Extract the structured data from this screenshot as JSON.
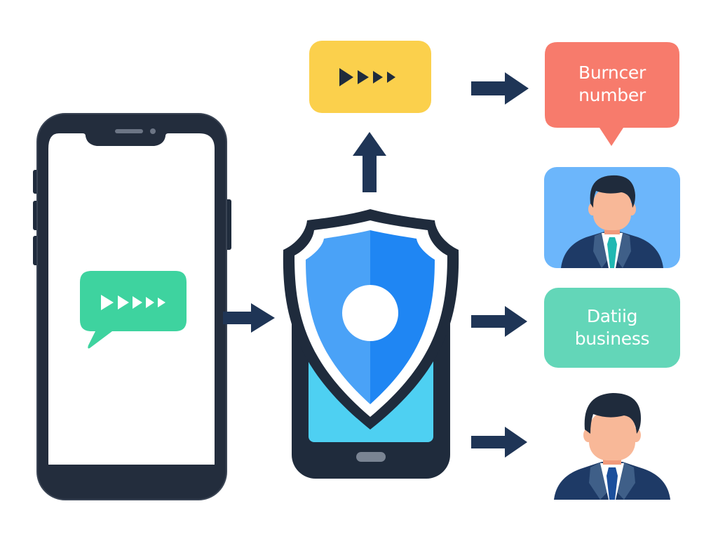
{
  "diagram": {
    "title": "",
    "colors": {
      "navy": "#1f2b3c",
      "arrow": "#1f3556",
      "green_bubble": "#3ed39f",
      "yellow_box": "#fbd04c",
      "coral_bubble": "#f77b6c",
      "blue_avatar_bg": "#6cb6fb",
      "teal_box": "#63d6b8",
      "shield_light": "#4aa2f7",
      "shield_dark": "#1f86f3",
      "screen_cyan": "#4ed0f2"
    },
    "left_phone": {
      "icon": "smartphone-icon",
      "message": {
        "icon": "chat-bubble-icon",
        "content": "play-arrows-icon",
        "arrow_count": 5
      }
    },
    "center_device": {
      "icon": "shield-phone-icon",
      "inner": "circle-dot-icon"
    },
    "top_box": {
      "icon": "play-arrows-icon",
      "arrow_count": 4
    },
    "outputs": [
      {
        "id": "burner",
        "type": "speech-bubble",
        "line1": "Burncer",
        "line2": "number"
      },
      {
        "id": "person1",
        "type": "avatar",
        "icon": "businessman-avatar-icon"
      },
      {
        "id": "dating",
        "type": "box",
        "line1": "Datiig",
        "line2": "business"
      },
      {
        "id": "person2",
        "type": "avatar",
        "icon": "businessman-avatar-icon"
      }
    ],
    "arrows": [
      {
        "from": "left_phone",
        "to": "center_device",
        "direction": "right"
      },
      {
        "from": "center_device",
        "to": "top_box",
        "direction": "up"
      },
      {
        "from": "top_box",
        "to": "burner",
        "direction": "right"
      },
      {
        "from": "center_device",
        "to": "dating",
        "direction": "right"
      },
      {
        "from": "center_device",
        "to": "person2",
        "direction": "right"
      }
    ]
  }
}
